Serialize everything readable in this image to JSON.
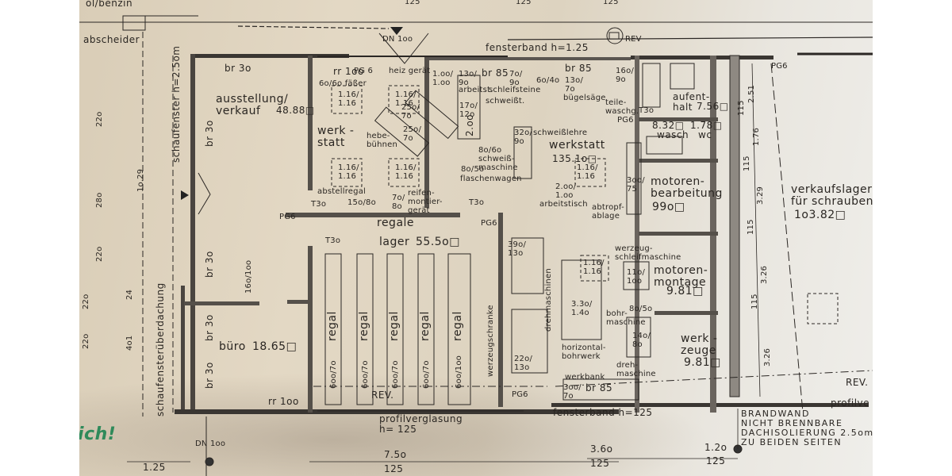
{
  "drawing": {
    "type": "architectural floor plan",
    "top_labels": {
      "oil_separator_line1": "öl/benzin",
      "oil_separator_line2": "abscheider",
      "dn_top": "DN 1oo",
      "rev_top": "REV",
      "fensterband_top": "fensterband h=1.25",
      "dims_top": [
        "125",
        "125",
        "125"
      ]
    },
    "rooms": {
      "ausstellung": {
        "name": "ausstellung/\nverkauf",
        "area": "48.88□",
        "wall": "br 3o"
      },
      "werkstatt_left": {
        "name": "werk -\nstatt",
        "hebebuehnen": "hebe-\nbühnen",
        "rr": "rr 1oo",
        "pg": "PG 6",
        "faesser": "6o/6o fäßer"
      },
      "werkstatt_right": {
        "name": "werkstatt",
        "area": "135.1o□"
      },
      "aufenthalt": {
        "name": "aufent-\nhalt",
        "area": "7.56□"
      },
      "wasch": {
        "area1": "8.32□",
        "name": "wasch",
        "area2": "1.78□",
        "wc": "wc"
      },
      "motorenbearbeitung": {
        "name": "motoren-\nbearbeitung",
        "area": "99o□"
      },
      "motorenmontage": {
        "name": "motoren-\nmontage",
        "area": "9.81□"
      },
      "werkzeuge": {
        "name": "werk -\nzeuge",
        "area": "9.81□"
      },
      "lager": {
        "name": "lager",
        "area": "55.5o□",
        "regale": "regale"
      },
      "buero": {
        "name": "büro",
        "area": "18.65□"
      },
      "verkaufslager": {
        "name": "verkaufslager\nfür schrauben",
        "area": "1o3.82□"
      }
    },
    "equipment": [
      {
        "label": "1.16/\n1.16"
      },
      {
        "label": "heiz gerät"
      },
      {
        "label": "1.oo/\n1.oo"
      },
      {
        "label": "13o/\n9o"
      },
      {
        "label": "br 85"
      },
      {
        "label": "7o/\n9o"
      },
      {
        "label": "arbeitst."
      },
      {
        "label": "schleifsteine"
      },
      {
        "label": "6o/4o"
      },
      {
        "label": "25o/\n7o"
      },
      {
        "label": "17o/\n12o"
      },
      {
        "label": "2.oo"
      },
      {
        "label": "schweißt."
      },
      {
        "label": "32o/\n9o"
      },
      {
        "label": "schweißlehre"
      },
      {
        "label": "8o/6o\nschweiß-\nmaschine"
      },
      {
        "label": "8o/5o"
      },
      {
        "label": "flaschenwagen"
      },
      {
        "label": "abstellregal"
      },
      {
        "label": "15o/8o"
      },
      {
        "label": "7o/\n8o"
      },
      {
        "label": "reifen-\nmontier-\ngerät"
      },
      {
        "label": "br 85"
      },
      {
        "label": "13o/\n7o"
      },
      {
        "label": "bügelsäge"
      },
      {
        "label": "16o/\n9o"
      },
      {
        "label": "teile-\nwaschg."
      },
      {
        "label": "2.oo/\n1.oo"
      },
      {
        "label": "arbeitstisch"
      },
      {
        "label": "3oo/\n75"
      },
      {
        "label": "abtropf-\nablage"
      },
      {
        "label": "werzeug-\nschleifmaschine"
      },
      {
        "label": "11o/\n1oo"
      },
      {
        "label": "3.3o/\n1.4o"
      },
      {
        "label": "bohr-\nmaschine"
      },
      {
        "label": "8o/5o"
      },
      {
        "label": "14o/\n8o"
      },
      {
        "label": "horizontal-\nbohrwerk"
      },
      {
        "label": "dreh-\nmaschine"
      },
      {
        "label": "werkbank"
      },
      {
        "label": "3oo/\n7o"
      },
      {
        "label": "39o/\n13o"
      },
      {
        "label": "22o/\n13o"
      },
      {
        "label": "drehmaschinen"
      },
      {
        "label": "werzeugschranke"
      },
      {
        "label": "16o/1oo"
      }
    ],
    "regals": [
      {
        "name": "regal",
        "size": "6oo/7o"
      },
      {
        "name": "regal",
        "size": "6oo/7o"
      },
      {
        "name": "regal",
        "size": "6oo/7o"
      },
      {
        "name": "regal",
        "size": "6oo/7o"
      },
      {
        "name": "regal",
        "size": "6oo/1oo"
      }
    ],
    "markers": {
      "t30": "T3o",
      "pg6": "PG6",
      "rev": "REV.",
      "rr_bottom": "rr 1oo",
      "br30": "br 3o"
    },
    "left_labels": {
      "schaufenster": "schaufenster h=2.5om",
      "ueberdachung": "schaufensterüberdachung"
    },
    "left_dims": [
      "22o",
      "28o",
      "22o",
      "22o",
      "22o",
      "1o.29",
      "24",
      "4o1"
    ],
    "right_dims": [
      "2.51",
      "115",
      "1.76",
      "115",
      "3.29",
      "115",
      "3.26",
      "115",
      "3.26"
    ],
    "bottom": {
      "profilverglasung": "profilverglasung\nh= 125",
      "dim_a_top": "7.5o",
      "dim_a_bot": "125",
      "fensterband": "fensterband h=125",
      "dim_b_top": "3.6o",
      "dim_b_bot": "125",
      "dim_c_top": "1.2o",
      "dim_c_bot": "125",
      "dn": "DN 1oo",
      "dim_left": "1.25",
      "profilve": "profilve",
      "brandwand": "BRANDWAND\nNICHT BRENNBARE\nDACHISOLIERUNG 2.5om\nZU BEIDEN SEITEN",
      "handwriting": "ich!"
    }
  }
}
